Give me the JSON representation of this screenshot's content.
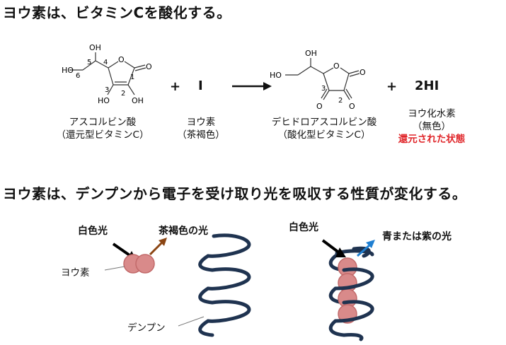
{
  "heading1": "ヨウ素は、ビタミンCを酸化する。",
  "heading2": "ヨウ素は、デンプンから電子を受け取り光を吸収する性質が変化する。",
  "reaction": {
    "ascorbic": {
      "name": "アスコルビン酸",
      "form": "（還元型ビタミンC）"
    },
    "plus1": "+",
    "iodine": {
      "symbol": "I",
      "name": "ヨウ素",
      "color": "（茶褐色）"
    },
    "dehydro": {
      "name": "デヒドロアスコルビン酸",
      "form": "（酸化型ビタミンC）"
    },
    "plus2": "+",
    "hi": {
      "symbol": "2HI",
      "name": "ヨウ化水素",
      "color": "（無色）",
      "note": "還元された状態"
    }
  },
  "atoms": {
    "oh": "OH",
    "ho": "HO",
    "o": "O",
    "h": "H",
    "n1": "1",
    "n2": "2",
    "n3": "3",
    "n4": "4",
    "n5": "5",
    "n6": "6"
  },
  "starch": {
    "left": {
      "white_light": "白色光",
      "out_light": "茶褐色の光",
      "iodine_label": "ヨウ素",
      "starch_label": "デンプン"
    },
    "right": {
      "white_light": "白色光",
      "out_light": "青または紫の光"
    }
  },
  "colors": {
    "red_note": "#e0262a",
    "helix": "#1f3350",
    "ball_fill": "#d98a8a",
    "ball_stroke": "#c26a6a",
    "brown_arrow": "#8b4513",
    "blue_arrow": "#1f7fd1"
  }
}
